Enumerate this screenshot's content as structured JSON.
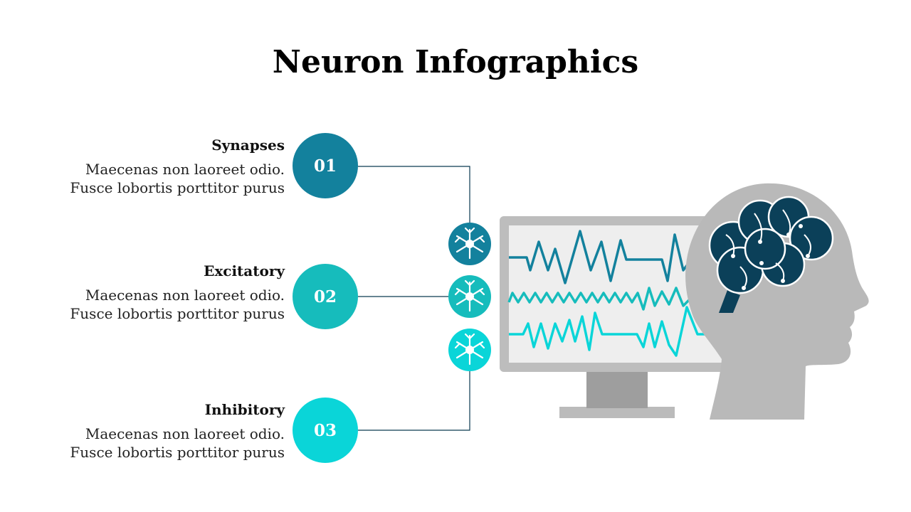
{
  "title": "Neuron Infographics",
  "items": [
    {
      "number": "01",
      "title": "Synapses",
      "line1": "Maecenas non laoreet odio.",
      "line2": "Fusce lobortis porttitor purus",
      "color": "#13819d"
    },
    {
      "number": "02",
      "title": "Excitatory",
      "line1": "Maecenas non laoreet odio.",
      "line2": "Fusce lobortis porttitor purus",
      "color": "#16bcbc"
    },
    {
      "number": "03",
      "title": "Inhibitory",
      "line1": "Maecenas non laoreet odio.",
      "line2": "Fusce lobortis porttitor purus",
      "color": "#0ad5d8"
    }
  ],
  "icons": [
    "neuron-icon",
    "monitor-icon",
    "head-profile-icon",
    "brain-icon"
  ],
  "colors": {
    "dark_blue": "#0b4059",
    "monitor_frame": "#bdbdbd",
    "screen": "#eeeeee",
    "head": "#b9b9b9"
  }
}
